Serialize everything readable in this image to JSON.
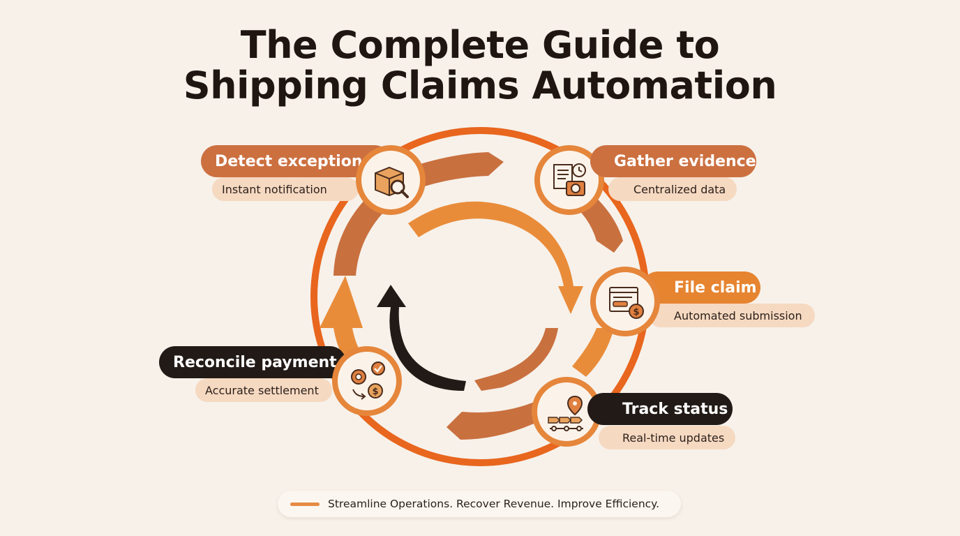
{
  "title": {
    "line1": "The Complete Guide to",
    "line2": "Shipping Claims Automation"
  },
  "steps": [
    {
      "title": "Detect exception",
      "subtitle": "Instant notification",
      "icon": "package-search-icon"
    },
    {
      "title": "Gather evidence",
      "subtitle": "Centralized data",
      "icon": "document-camera-icon"
    },
    {
      "title": "File claim",
      "subtitle": "Automated submission",
      "icon": "form-dollar-icon"
    },
    {
      "title": "Track status",
      "subtitle": "Real-time updates",
      "icon": "timeline-pin-icon"
    },
    {
      "title": "Reconcile payment",
      "subtitle": "Accurate settlement",
      "icon": "gears-check-dollar-icon"
    }
  ],
  "tagline": "Streamline Operations. Recover Revenue. Improve Efficiency.",
  "colors": {
    "background": "#f7f1ea",
    "outer_ring": "#e8661e",
    "arrow_orange": "#e98c3a",
    "arrow_rust": "#c9703f",
    "dark": "#221a16",
    "pill_light": "#f6d9c1"
  }
}
